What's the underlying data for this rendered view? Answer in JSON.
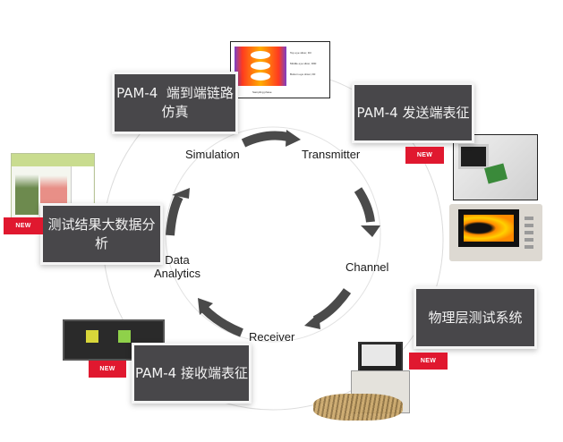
{
  "colors": {
    "box_bg": "#48474a",
    "box_text": "#f2f2f2",
    "badge_bg": "#e0182f",
    "arrow": "#4a4a4a",
    "ring": "#d8d8d8"
  },
  "cycle_labels": {
    "simulation": "Simulation",
    "transmitter": "Transmitter",
    "channel": "Channel",
    "receiver": "Receiver",
    "data_analytics_line1": "Data",
    "data_analytics_line2": "Analytics"
  },
  "boxes": {
    "simulation_line1": "PAM-4  端到端链路",
    "simulation_line2": "仿真",
    "transmitter": "PAM-4 发送端表征",
    "physical_layer": "物理层测试系统",
    "receiver": "PAM-4 接收端表征",
    "analytics": "测试结果大数据分析"
  },
  "badges": {
    "new": "NEW"
  },
  "eye_legend": {
    "top": "Top eye slicer, D3",
    "middle": "Middle eye slicer, D90",
    "bottom": "Bottom eye slicer, D0",
    "sampling": "Sampling phase"
  },
  "icons": {
    "arrows": "curved-arrow-icon",
    "images": [
      "pam4-eye-diagram-image",
      "test-fixture-image",
      "oscilloscope-image",
      "physical-layer-test-system-image",
      "bert-chassis-image",
      "analytics-report-image"
    ]
  }
}
